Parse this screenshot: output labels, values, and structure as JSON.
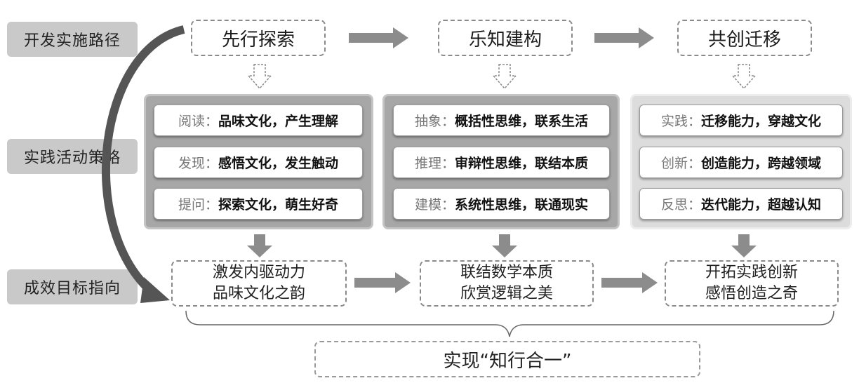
{
  "left_labels": {
    "path": "开发实施路径",
    "strategy": "实践活动策略",
    "goal": "成效目标指向"
  },
  "stages": [
    {
      "label": "先行探索"
    },
    {
      "label": "乐知建构"
    },
    {
      "label": "共创迁移"
    }
  ],
  "strategy_groups": [
    {
      "items": [
        {
          "key": "阅读：",
          "value": "品味文化，产生理解"
        },
        {
          "key": "发现：",
          "value": "感悟文化，发生触动"
        },
        {
          "key": "提问：",
          "value": "探索文化，萌生好奇"
        }
      ]
    },
    {
      "items": [
        {
          "key": "抽象：",
          "value": "概括性思维，联系生活"
        },
        {
          "key": "推理：",
          "value": "审辩性思维，联结本质"
        },
        {
          "key": "建模：",
          "value": "系统性思维，联通现实"
        }
      ]
    },
    {
      "items": [
        {
          "key": "实践：",
          "value": "迁移能力，穿越文化"
        },
        {
          "key": "创新：",
          "value": "创造能力，跨越领域"
        },
        {
          "key": "反思：",
          "value": "迭代能力，超越认知"
        }
      ]
    }
  ],
  "goals": [
    {
      "line1": "激发内驱动力",
      "line2": "品味文化之韵"
    },
    {
      "line1": "联结数学本质",
      "line2": "欣赏逻辑之美"
    },
    {
      "line1": "开拓实践创新",
      "line2": "感悟创造之奇"
    }
  ],
  "final": "实现“知行合一”",
  "colors": {
    "label_bg": "#c9c9c9",
    "arrow": "#8c8c8c",
    "panel_dark": "#a7a7a7",
    "panel_light": "#dcdcdc"
  }
}
